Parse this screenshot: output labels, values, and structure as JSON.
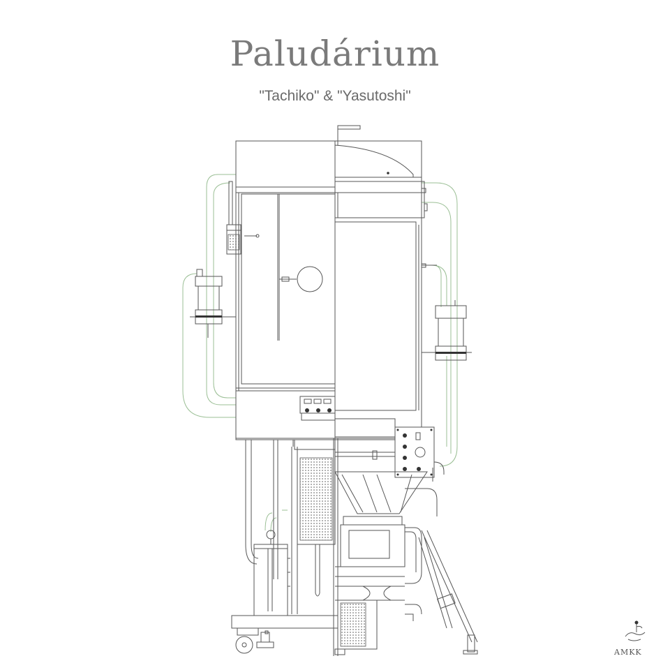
{
  "title": "Paludárium",
  "subtitle": "\"Tachiko\" & \"Yasutoshi\"",
  "brand": "AMKK",
  "colors": {
    "line": "#555555",
    "tube": "#9bbf95",
    "text": "#7a7a7a"
  },
  "icons": [
    "hand-flower-logo-icon"
  ]
}
